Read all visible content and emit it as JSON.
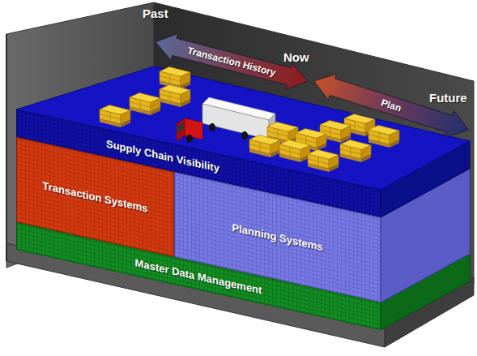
{
  "diagram": {
    "nodes": [
      {
        "text": [
          "Transaction History"
        ]
      },
      {
        "text": [
          "Plan"
        ]
      },
      {
        "text": [
          "Supply Chain Visibility"
        ]
      },
      {
        "text": [
          "Transaction Systems"
        ]
      },
      {
        "text": [
          "Planning Systems"
        ]
      },
      {
        "text": [
          "Master Data Management"
        ]
      }
    ],
    "labels": [
      "Past",
      "Now",
      "Future"
    ]
  }
}
